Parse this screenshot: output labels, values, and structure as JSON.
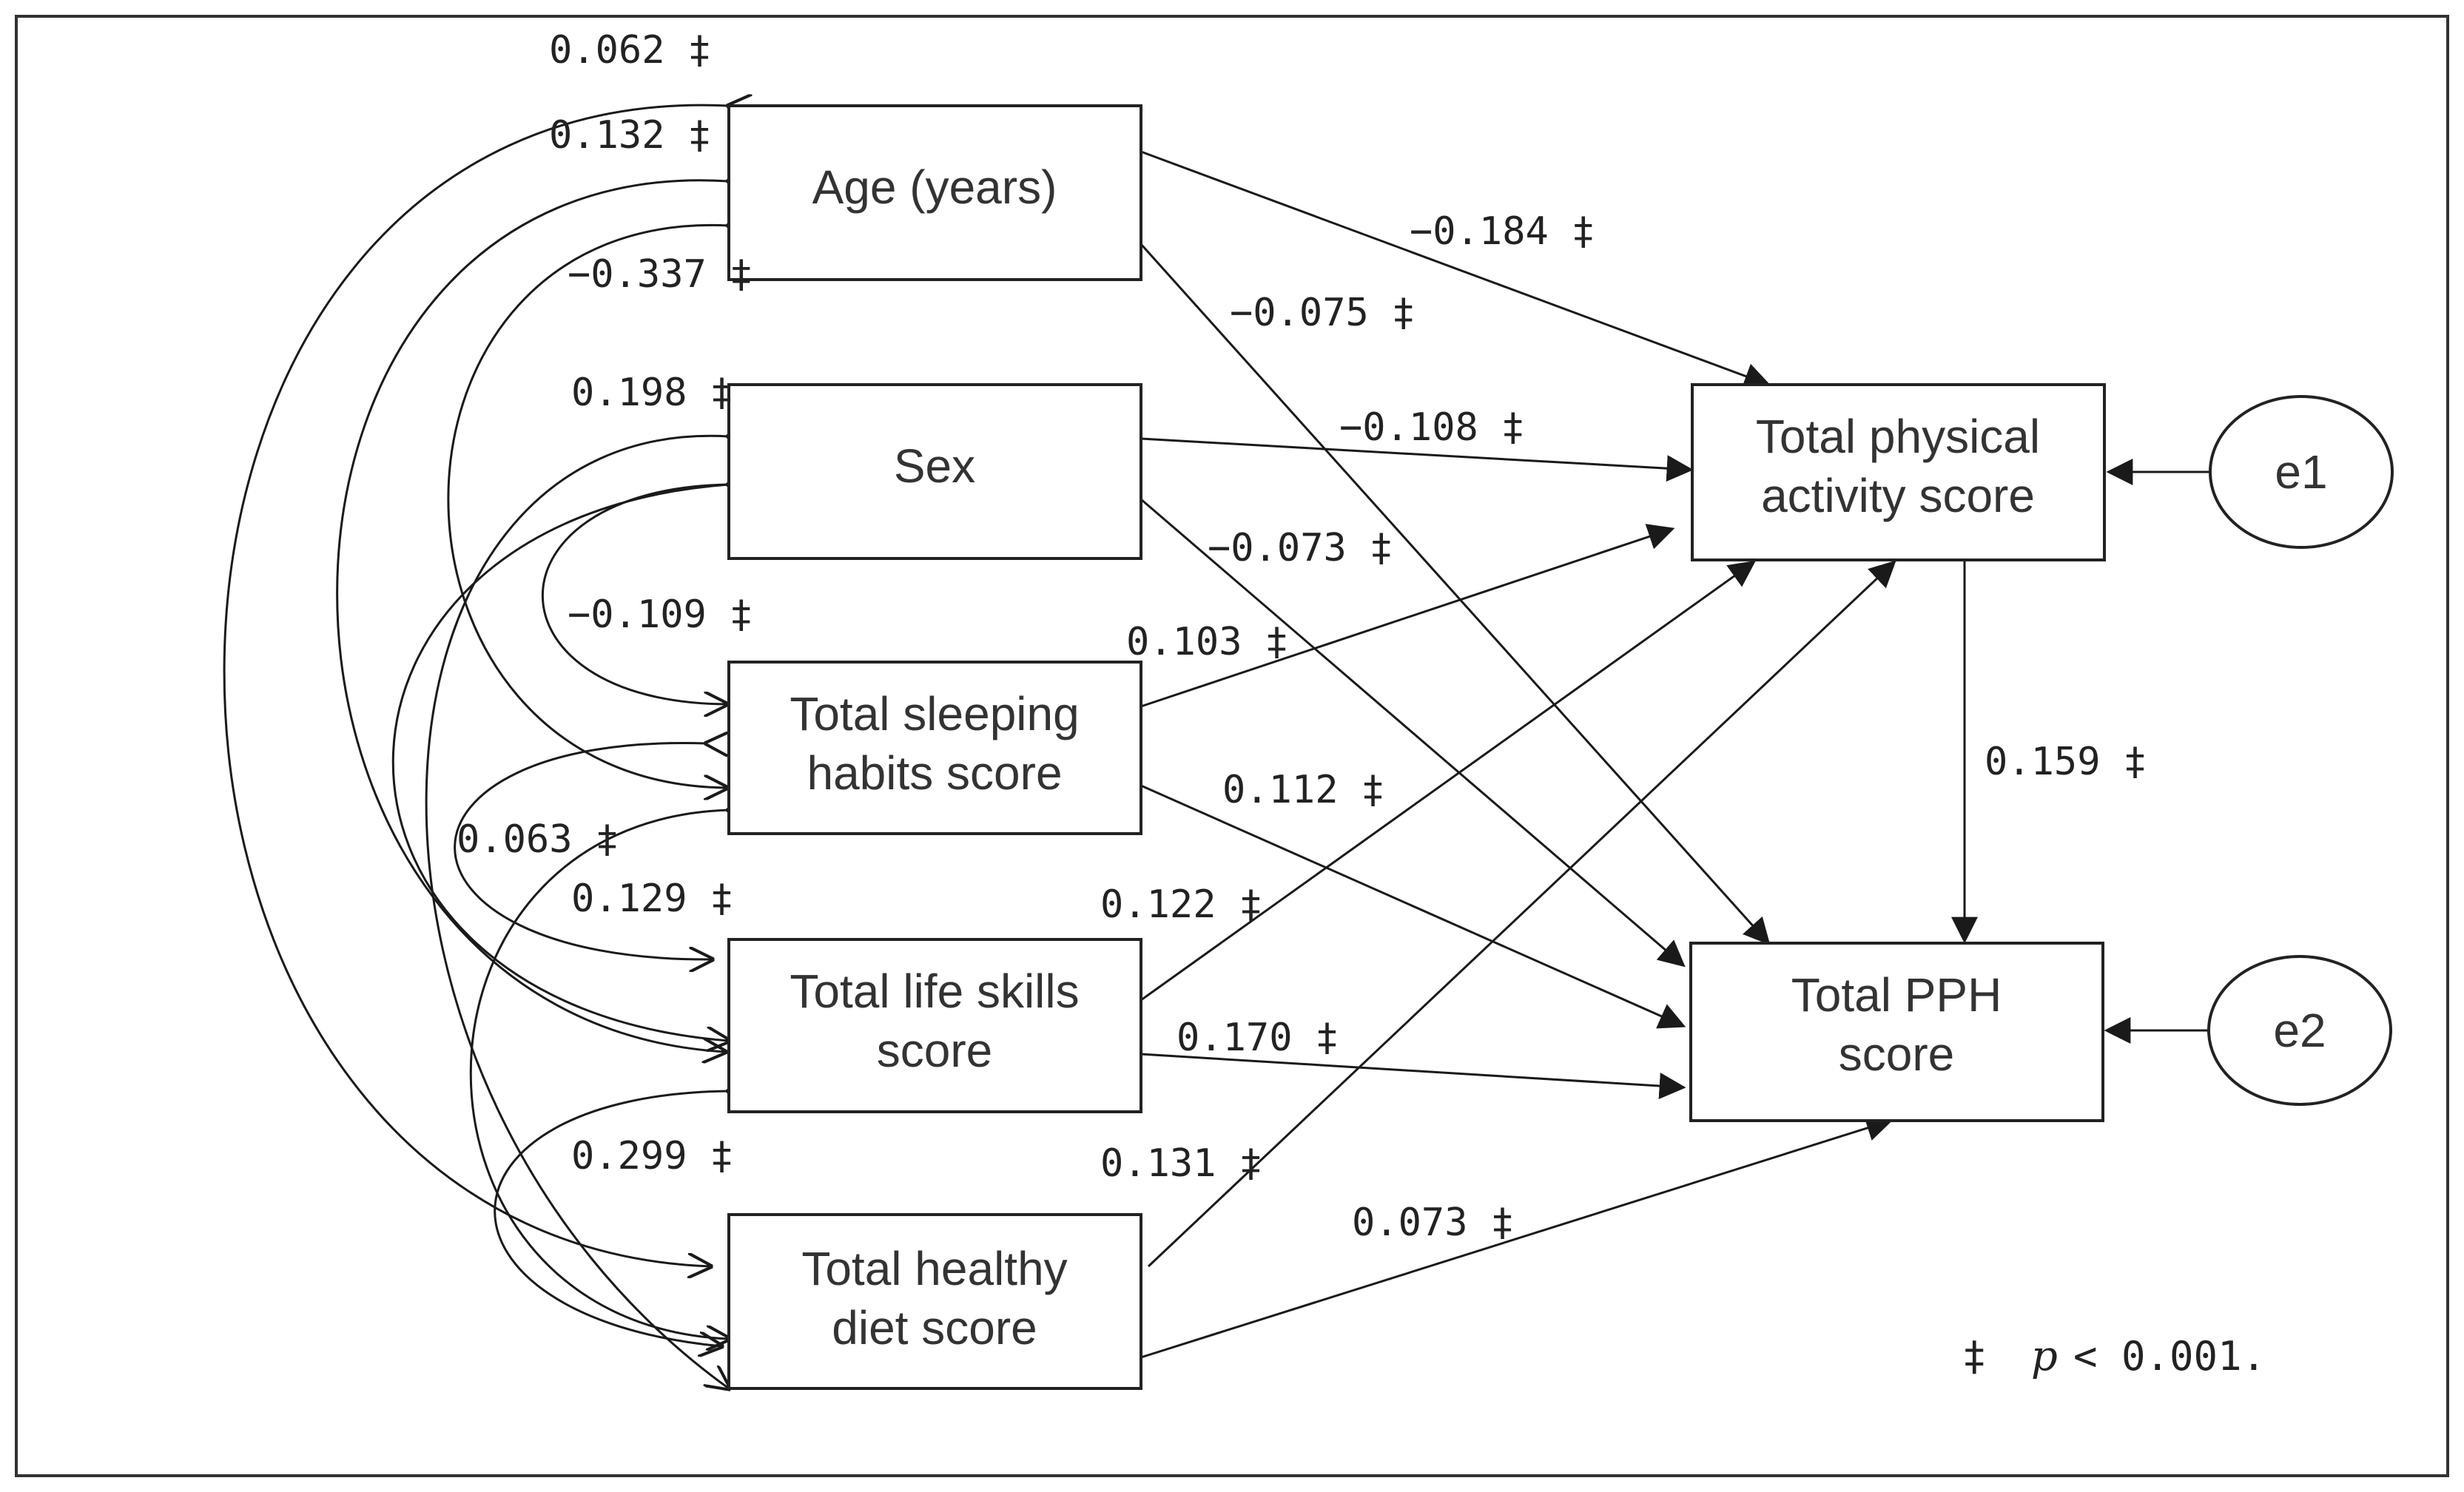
{
  "nodes": {
    "age": {
      "lines": [
        "Age (years)"
      ]
    },
    "sex": {
      "lines": [
        "Sex"
      ]
    },
    "sleep": {
      "lines": [
        "Total sleeping",
        "habits score"
      ]
    },
    "life": {
      "lines": [
        "Total life skills",
        "score"
      ]
    },
    "diet": {
      "lines": [
        "Total healthy",
        "diet score"
      ]
    },
    "tpa": {
      "lines": [
        "Total physical",
        "activity score"
      ]
    },
    "pph": {
      "lines": [
        "Total PPH",
        "score"
      ]
    },
    "e1": {
      "lines": [
        "e1"
      ]
    },
    "e2": {
      "lines": [
        "e2"
      ]
    }
  },
  "paths": [
    {
      "from": "age",
      "to": "tpa",
      "coef": "−0.184"
    },
    {
      "from": "age",
      "to": "pph",
      "coef": "−0.075"
    },
    {
      "from": "sex",
      "to": "tpa",
      "coef": "−0.108"
    },
    {
      "from": "sex",
      "to": "pph",
      "coef": "−0.073"
    },
    {
      "from": "sleep",
      "to": "tpa",
      "coef": "0.103"
    },
    {
      "from": "sleep",
      "to": "pph",
      "coef": "0.112"
    },
    {
      "from": "life",
      "to": "tpa",
      "coef": "0.122"
    },
    {
      "from": "life",
      "to": "pph",
      "coef": "0.170"
    },
    {
      "from": "diet",
      "to": "tpa",
      "coef": "0.131"
    },
    {
      "from": "diet",
      "to": "pph",
      "coef": "0.073"
    },
    {
      "from": "tpa",
      "to": "pph",
      "coef": "0.159"
    },
    {
      "from": "e1",
      "to": "tpa",
      "coef": ""
    },
    {
      "from": "e2",
      "to": "pph",
      "coef": ""
    }
  ],
  "covariances": [
    {
      "a": "age",
      "b": "diet",
      "coef": "0.062"
    },
    {
      "a": "age",
      "b": "life",
      "coef": "0.132"
    },
    {
      "a": "age",
      "b": "sleep",
      "coef": "−0.337"
    },
    {
      "a": "sex",
      "b": "diet",
      "coef": "0.198"
    },
    {
      "a": "sex",
      "b": "sleep",
      "coef": "−0.109"
    },
    {
      "a": "sex",
      "b": "life",
      "coef": ""
    },
    {
      "a": "sleep",
      "b": "diet",
      "coef": "0.063"
    },
    {
      "a": "sleep",
      "b": "life",
      "coef": "0.129"
    },
    {
      "a": "life",
      "b": "diet",
      "coef": "0.299"
    }
  ],
  "significance_mark": "‡",
  "footnote": {
    "mark": "‡",
    "p": "p",
    "rest": "< 0.001."
  }
}
